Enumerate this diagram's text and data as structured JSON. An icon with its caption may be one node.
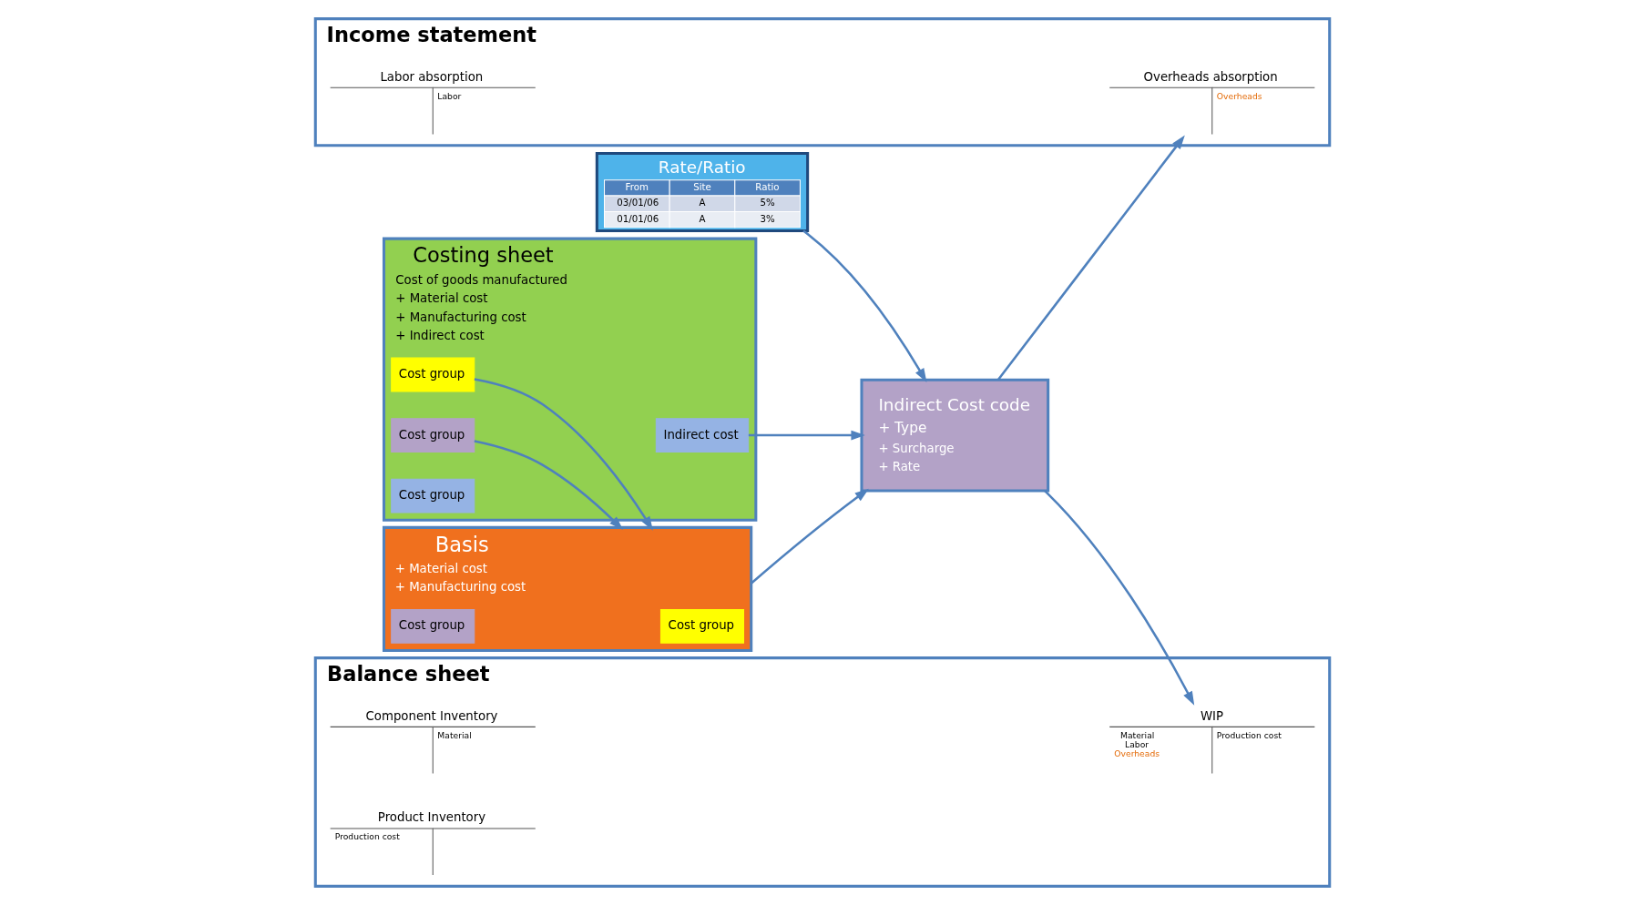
{
  "diagram": {
    "nodes": [
      {
        "text": [
          "Costing sheet",
          "Cost of goods manufactured",
          "+ Material cost",
          "+ Manufacturing cost",
          "+ Indirect cost"
        ]
      },
      {
        "text": [
          "Cost group"
        ],
        "in": 0
      },
      {
        "text": [
          "Cost group"
        ],
        "in": 0
      },
      {
        "text": [
          "Cost group"
        ],
        "in": 0
      },
      {
        "text": [
          "Indirect cost"
        ],
        "in": 0
      },
      {
        "text": [
          "Basis",
          "+ Material cost",
          "+ Manufacturing cost"
        ]
      },
      {
        "text": [
          "Cost group"
        ],
        "in": 5
      },
      {
        "text": [
          "Cost group"
        ],
        "in": 5
      },
      {
        "text": [
          "Indirect Cost code",
          "+ Type",
          "+ Surcharge",
          "+ Rate"
        ]
      },
      {
        "text": [
          "Rate/Ratio",
          "From",
          "Site",
          "Ratio",
          "03/01/06",
          "A",
          "5%",
          "01/01/06",
          "A",
          "3%"
        ]
      },
      {
        "text": [
          "Income statement"
        ]
      },
      {
        "text": [
          "Labor absorption",
          "Labor"
        ],
        "in": 10
      },
      {
        "text": [
          "Overheads absorption",
          "Overheads"
        ],
        "in": 10
      },
      {
        "text": [
          "Balance sheet"
        ]
      },
      {
        "text": [
          "Component Inventory",
          "Material"
        ],
        "in": 13
      },
      {
        "text": [
          "Product Inventory",
          "Production cost"
        ],
        "in": 13
      },
      {
        "text": [
          "WIP",
          "Material",
          "Labor",
          "Overheads",
          "Production cost"
        ],
        "in": 13
      }
    ],
    "edges": [
      {
        "from": 1,
        "to": 5,
        "arrow": "to"
      },
      {
        "from": 2,
        "to": 5,
        "arrow": "to"
      },
      {
        "from": 4,
        "to": 8,
        "arrow": "to"
      },
      {
        "from": 5,
        "to": 8,
        "arrow": "to"
      },
      {
        "from": 9,
        "to": 8,
        "arrow": "to"
      },
      {
        "from": 8,
        "to": 12,
        "arrow": "to"
      },
      {
        "from": 8,
        "to": 16,
        "arrow": "to"
      }
    ]
  }
}
